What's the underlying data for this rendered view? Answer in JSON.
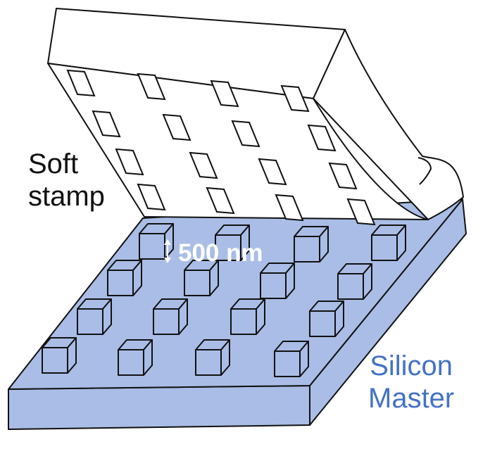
{
  "labels": {
    "stamp_line1": "Soft",
    "stamp_line2": "stamp",
    "master_line1": "Silicon",
    "master_line2": "Master",
    "dimension": "500 nm"
  },
  "colors": {
    "master_fill": "#a9bde6",
    "master_edge": "#7f9bd6",
    "master_text": "#4472c4",
    "outline": "#111111",
    "stamp_fill": "#ffffff"
  }
}
